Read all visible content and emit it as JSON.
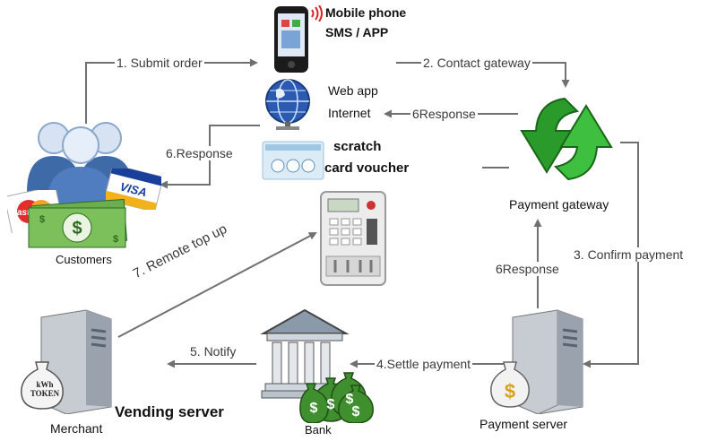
{
  "nodes": {
    "mobile": {
      "line1": "Mobile phone",
      "line2": "SMS / APP"
    },
    "web": {
      "line1": "Web app",
      "line2": "Internet"
    },
    "scratch": {
      "line1": "scratch",
      "line2": "card voucher"
    },
    "customers": {
      "label": "Customers"
    },
    "gateway": {
      "label": "Payment gateway"
    },
    "payment_server": {
      "label": "Payment server"
    },
    "bank": {
      "label": "Bank"
    },
    "merchant": {
      "label": "Merchant",
      "title": "Vending server",
      "bag_text": "kWh TOKEN"
    }
  },
  "flows": {
    "submit_order": "1. Submit order",
    "contact_gateway": "2. Contact gateway",
    "response_gateway": "6Response",
    "response_customers": "6.Response",
    "confirm_payment": "3. Confirm payment",
    "response_server": "6Response",
    "settle_payment": "4.Settle payment",
    "notify": "5. Notify",
    "remote_top_up": "7. Remote top up"
  },
  "cards": {
    "mastercard": "MasterCard",
    "visa": "VISA"
  },
  "colors": {
    "arrow": "#707070",
    "gateway_green": "#2a9a2a",
    "cash_green": "#3f8f2f",
    "globe_blue": "#2a5bb0"
  }
}
